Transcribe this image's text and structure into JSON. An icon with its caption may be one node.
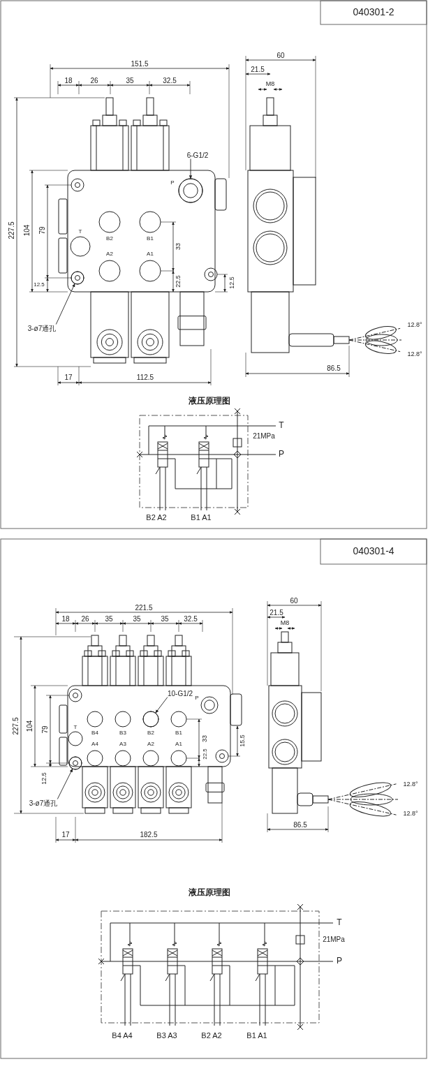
{
  "diagram": {
    "nodes": [
      {
        "text": [
          "6-G1/2"
        ]
      },
      {
        "text": [
          "3-ø7通孔"
        ]
      },
      {
        "text": [
          "10-G1/2"
        ]
      },
      {
        "text": [
          "3-ø7通孔"
        ]
      },
      {
        "text": [],
        "shape": "circle"
      },
      {
        "text": [],
        "shape": "circle"
      },
      {
        "text": [],
        "shape": "circle"
      },
      {
        "text": [],
        "shape": "circle"
      }
    ],
    "edges": [
      {
        "from": 0,
        "to": 4,
        "arrow": "to"
      },
      {
        "from": 1,
        "to": 5,
        "arrow": "to"
      },
      {
        "from": 2,
        "to": 6,
        "arrow": "to"
      },
      {
        "from": 3,
        "to": 7,
        "arrow": "to"
      }
    ],
    "labels": [
      "040301-2",
      "151.5",
      "18",
      "26",
      "35",
      "32.5",
      "60",
      "21.5",
      "M8",
      "227.5",
      "104",
      "79",
      "P",
      "T",
      "B2",
      "B1",
      "A2",
      "A1",
      "33",
      "22.5",
      "12.5",
      "12.5",
      "12.8°",
      "12.8°",
      "17",
      "112.5",
      "86.5",
      "液压原理图",
      "T",
      "21MPa",
      "P",
      "B2 A2",
      "B1 A1",
      "040301-4",
      "221.5",
      "18",
      "26",
      "35",
      "35",
      "35",
      "32.5",
      "60",
      "21.5",
      "M8",
      "227.5",
      "104",
      "79",
      "P",
      "T",
      "B4",
      "B3",
      "B2",
      "B1",
      "A4",
      "A3",
      "A2",
      "A1",
      "33",
      "15.5",
      "12.5",
      "22.5",
      "12.8°",
      "12.8°",
      "17",
      "182.5",
      "86.5",
      "液压原理图",
      "T",
      "21MPa",
      "P",
      "B4 A4",
      "B3 A3",
      "B2 A2",
      "B1 A1"
    ]
  }
}
